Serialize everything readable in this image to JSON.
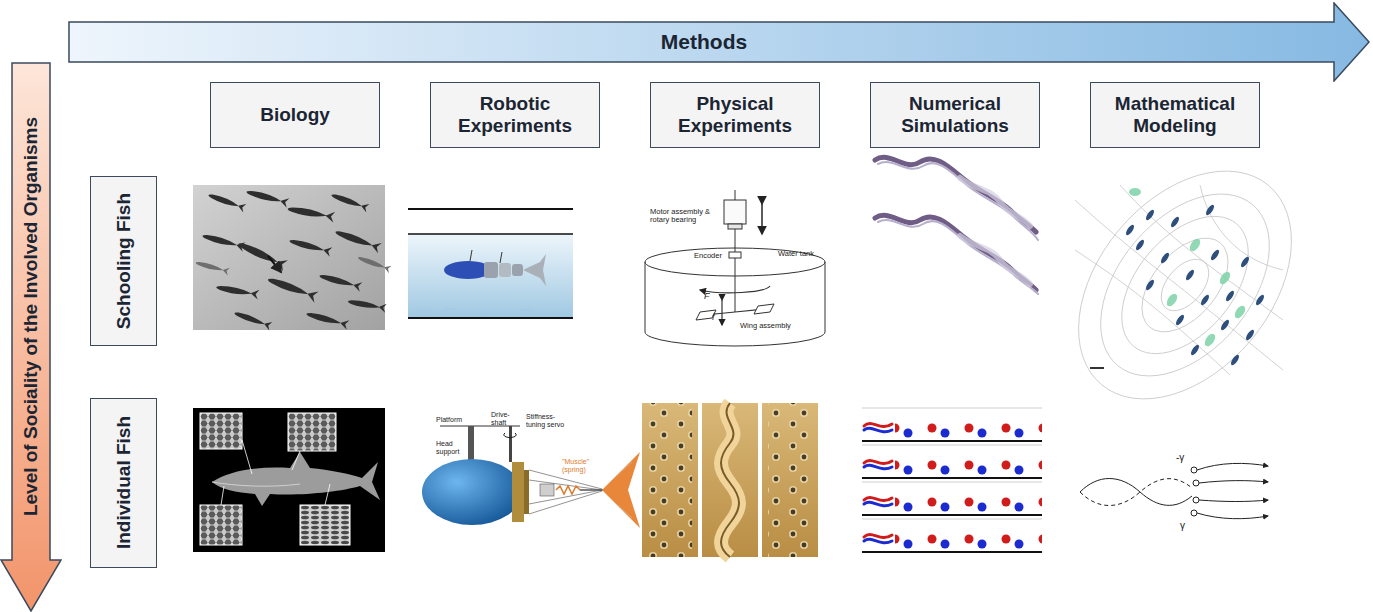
{
  "diagram": {
    "nodes": [
      {
        "text": [
          "Methods"
        ]
      },
      {
        "text": [
          "Level of Sociality of the Involved Organisms"
        ]
      },
      {
        "text": [
          "Biology"
        ]
      },
      {
        "text": [
          "Robotic Experiments"
        ]
      },
      {
        "text": [
          "Physical Experiments"
        ]
      },
      {
        "text": [
          "Numerical Simulations"
        ]
      },
      {
        "text": [
          "Mathematical Modeling"
        ]
      },
      {
        "text": [
          "Schooling Fish"
        ]
      },
      {
        "text": [
          "Individual Fish"
        ]
      }
    ],
    "labels": [
      "Motor assembly & rotary bearing",
      "Encoder",
      "Water tank",
      "F",
      "f",
      "Wing assembly",
      "Platform",
      "Head support",
      "Drive-shaft",
      "Stiffness-tuning servo",
      "\"Muscle\" (spring)",
      "-γ",
      "γ"
    ]
  }
}
